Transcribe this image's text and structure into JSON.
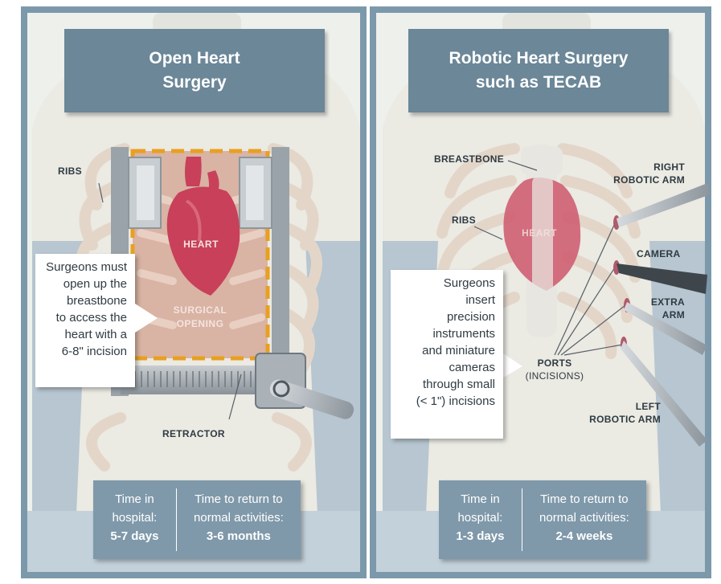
{
  "left_panel": {
    "title_line1": "Open Heart",
    "title_line2": "Surgery",
    "labels": {
      "ribs": "RIBS",
      "heart": "HEART",
      "surgical_line1": "SURGICAL",
      "surgical_line2": "OPENING",
      "retractor": "RETRACTOR"
    },
    "callout": [
      "Surgeons must",
      "open up the",
      "breastbone",
      "to access the",
      "heart with a",
      "6-8\" incision"
    ],
    "stat_hospital_label_1": "Time in",
    "stat_hospital_label_2": "hospital:",
    "stat_hospital_value": "5-7 days",
    "stat_return_label_1": "Time to return to",
    "stat_return_label_2": "normal activities:",
    "stat_return_value": "3-6 months"
  },
  "right_panel": {
    "title_line1": "Robotic Heart Surgery",
    "title_line2": "such as TECAB",
    "labels": {
      "breastbone": "BREASTBONE",
      "ribs": "RIBS",
      "heart": "HEART",
      "right_arm_1": "RIGHT",
      "right_arm_2": "ROBOTIC ARM",
      "camera": "CAMERA",
      "extra_1": "EXTRA",
      "extra_2": "ARM",
      "ports_1": "PORTS",
      "ports_2": "(INCISIONS)",
      "left_arm_1": "LEFT",
      "left_arm_2": "ROBOTIC ARM"
    },
    "callout": [
      "Surgeons",
      "insert",
      "precision",
      "instruments",
      "and miniature",
      "cameras",
      "through small",
      "(< 1\") incisions"
    ],
    "stat_hospital_label_1": "Time in",
    "stat_hospital_label_2": "hospital:",
    "stat_hospital_value": "1-3 days",
    "stat_return_label_1": "Time to return to",
    "stat_return_label_2": "normal activities:",
    "stat_return_value": "2-4 weeks"
  },
  "colors": {
    "frame": "#7c99ab",
    "header": "#6b8798",
    "heart": "#c8405a",
    "opening_outline": "#e8a020",
    "stats_bg": "#7f99aa"
  }
}
